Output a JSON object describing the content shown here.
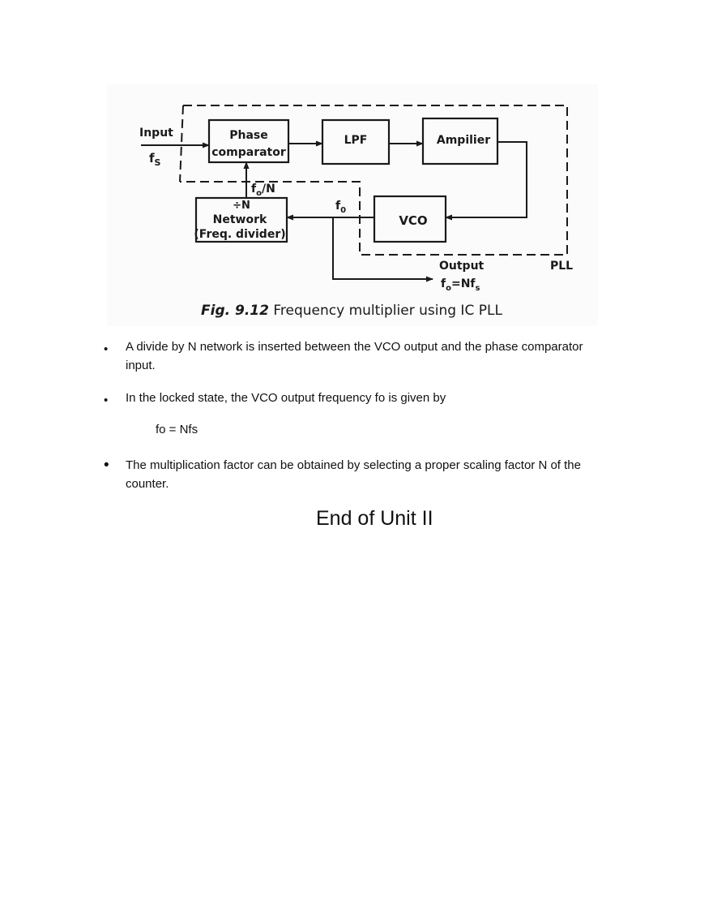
{
  "figure": {
    "labels": {
      "input": "Input",
      "fs_main": "f",
      "fs_sub": "S",
      "phase": "Phase",
      "comparator": "comparator",
      "lpf": "LPF",
      "amp": "Ampilier",
      "vco": "VCO",
      "fn_main": "f",
      "fn_sub": "o",
      "fn_rest": "/N",
      "divn": "÷N",
      "network": "Network",
      "freqdiv": "(Freq. divider)",
      "fo_main": "f",
      "fo_sub": "0",
      "output": "Output",
      "pll": "PLL",
      "out_f": "f",
      "out_o": "o",
      "out_eq": "=Nf",
      "out_s": "s"
    },
    "caption_num": "Fig. 9.12",
    "caption_text": "Frequency multiplier using IC PLL"
  },
  "bullets": [
    {
      "symbol": "•",
      "text": "A divide by N network is inserted between the VCO output and the phase comparator input."
    },
    {
      "symbol": "•",
      "text": "In the locked state, the VCO output frequency fo is given by"
    },
    {
      "symbol": "•",
      "text": "The multiplication factor can be obtained by selecting a proper scaling factor N of the counter."
    }
  ],
  "equation": "fo = Nfs",
  "end_title": "End of Unit II"
}
